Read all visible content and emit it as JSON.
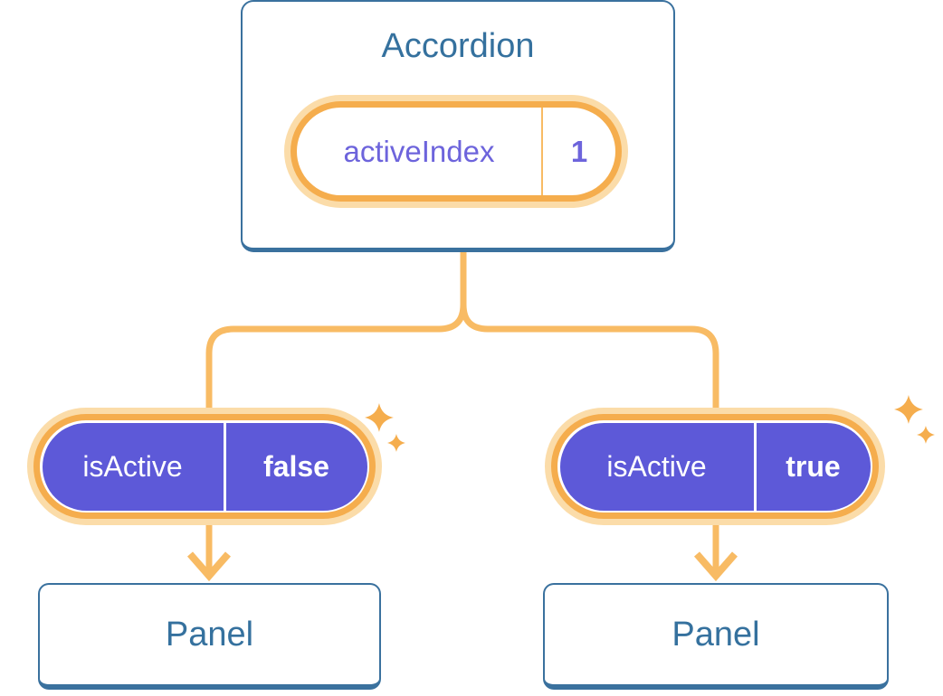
{
  "accordion": {
    "title": "Accordion",
    "state": {
      "label": "activeIndex",
      "value": "1"
    }
  },
  "children": [
    {
      "prop": {
        "label": "isActive",
        "value": "false"
      },
      "panel": {
        "title": "Panel"
      }
    },
    {
      "prop": {
        "label": "isActive",
        "value": "true"
      },
      "panel": {
        "title": "Panel"
      }
    }
  ],
  "icons": {
    "sparkle": "sparkle-icon",
    "arrow": "arrow-down-icon"
  },
  "colors": {
    "blue_text": "#35719E",
    "blue_border": "#3A719E",
    "connector_orange": "#F8BB64",
    "ring_orange": "#F5AD4D",
    "halo_orange": "#FBDCA9",
    "pill_purple": "#5D59D8",
    "purple_text": "#6D64DC",
    "card_bg": "#FFFFFF"
  }
}
